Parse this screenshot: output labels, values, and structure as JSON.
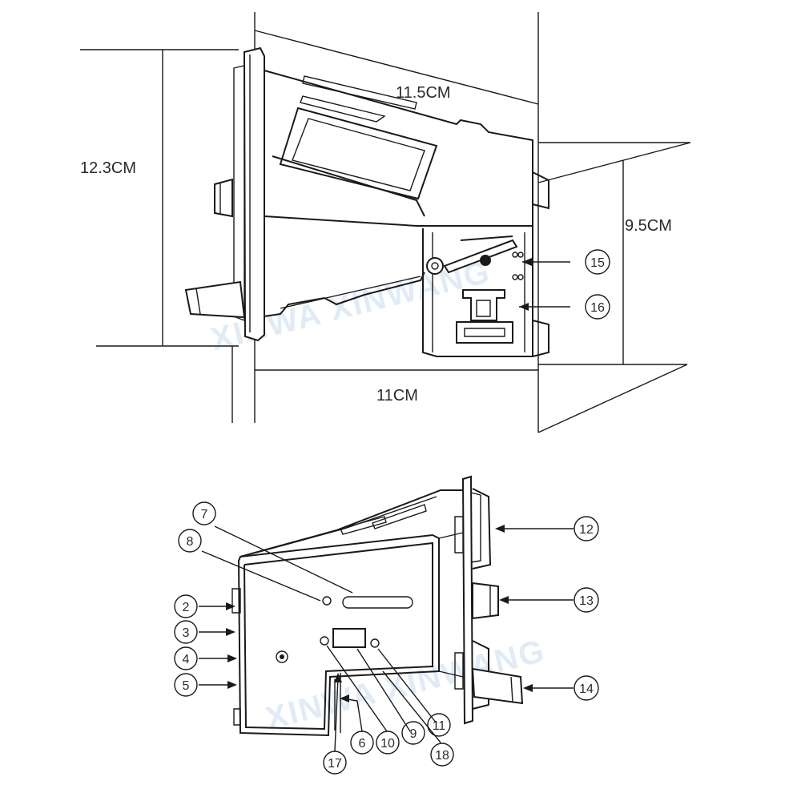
{
  "watermark": "XINWA XINWANG",
  "top_view": {
    "dimensions": {
      "width_top": "11.5CM",
      "height_left": "12.3CM",
      "height_right": "9.5CM",
      "width_bottom": "11CM"
    },
    "callouts": [
      "15",
      "16"
    ]
  },
  "bottom_view": {
    "callouts": [
      "7",
      "8",
      "2",
      "3",
      "4",
      "5",
      "12",
      "13",
      "14",
      "6",
      "10",
      "9",
      "11",
      "17",
      "18"
    ]
  }
}
